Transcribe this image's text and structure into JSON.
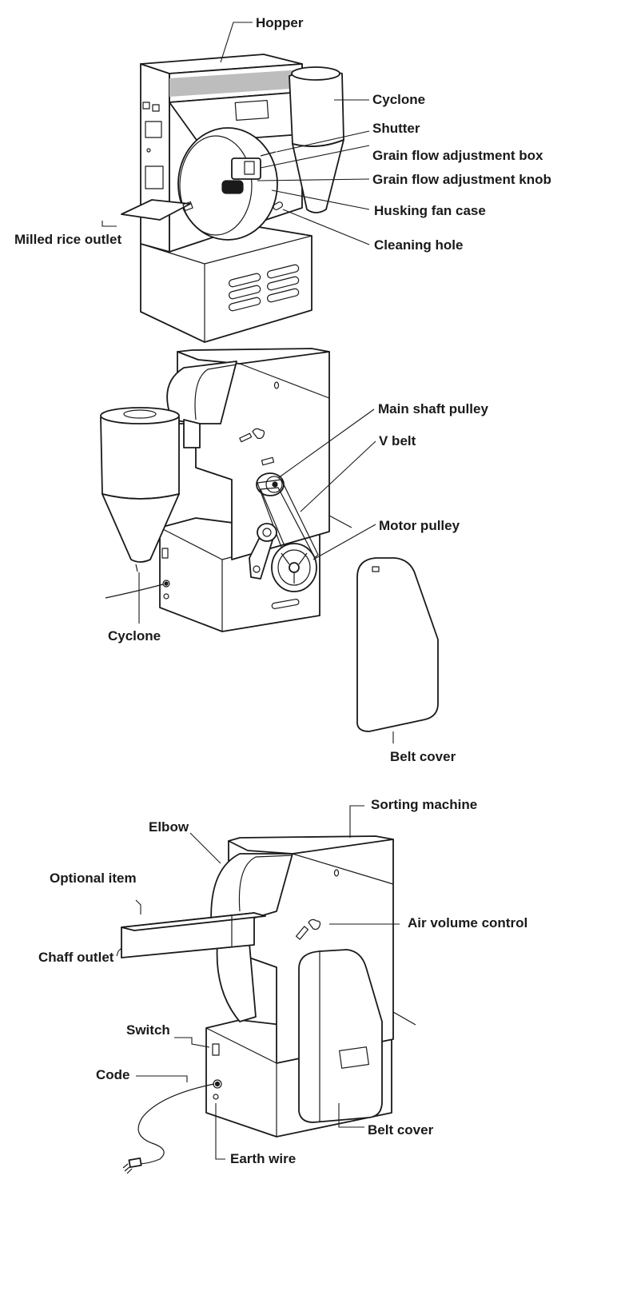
{
  "views": [
    {
      "labels": {
        "hopper": "Hopper",
        "cyclone": "Cyclone",
        "shutter": "Shutter",
        "grain_flow_box": "Grain flow adjustment box",
        "grain_flow_knob": "Grain flow adjustment knob",
        "husking_fan_case": "Husking fan case",
        "cleaning_hole": "Cleaning hole",
        "milled_rice_outlet": "Milled rice outlet"
      }
    },
    {
      "labels": {
        "main_shaft_pulley": "Main shaft pulley",
        "v_belt": "V belt",
        "motor_pulley": "Motor pulley",
        "cyclone": "Cyclone",
        "belt_cover": "Belt cover"
      }
    },
    {
      "labels": {
        "sorting_machine": "Sorting machine",
        "elbow": "Elbow",
        "optional_item": "Optional item",
        "air_volume_control": "Air volume control",
        "chaff_outlet": "Chaff outlet",
        "switch": "Switch",
        "code": "Code",
        "belt_cover": "Belt cover",
        "earth_wire": "Earth wire"
      }
    }
  ]
}
